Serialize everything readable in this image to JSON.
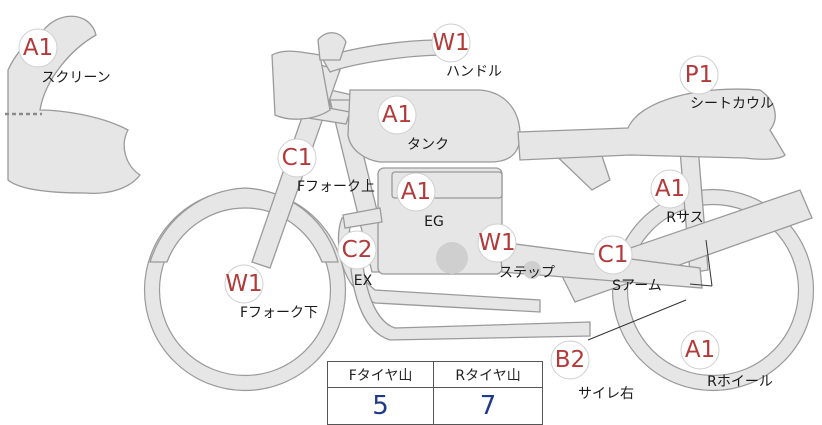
{
  "labels": [
    {
      "key": "screen",
      "grade": "A1",
      "name": "スクリーン"
    },
    {
      "key": "handle",
      "grade": "W1",
      "name": "ハンドル"
    },
    {
      "key": "tank",
      "grade": "A1",
      "name": "タンク"
    },
    {
      "key": "seatcowl",
      "grade": "P1",
      "name": "シートカウル"
    },
    {
      "key": "ffork-up",
      "grade": "C1",
      "name": "Fフォーク上"
    },
    {
      "key": "eg",
      "grade": "A1",
      "name": "EG"
    },
    {
      "key": "rsus",
      "grade": "A1",
      "name": "Rサス"
    },
    {
      "key": "ex",
      "grade": "C2",
      "name": "EX"
    },
    {
      "key": "step",
      "grade": "W1",
      "name": "ステップ"
    },
    {
      "key": "sarm",
      "grade": "C1",
      "name": "Sアーム"
    },
    {
      "key": "ffork-down",
      "grade": "W1",
      "name": "Fフォーク下"
    },
    {
      "key": "sairele",
      "grade": "B2",
      "name": "サイレ右"
    },
    {
      "key": "rwheel",
      "grade": "A1",
      "name": "Rホイール"
    }
  ],
  "tread_table": {
    "headers": [
      "Fタイヤ山",
      "Rタイヤ山"
    ],
    "values": [
      "5",
      "7"
    ]
  },
  "colors": {
    "grade": "#b33a3a",
    "table_value": "#1f3a8a",
    "part_fill": "#e6e6e6",
    "part_stroke": "#9a9a9a"
  }
}
